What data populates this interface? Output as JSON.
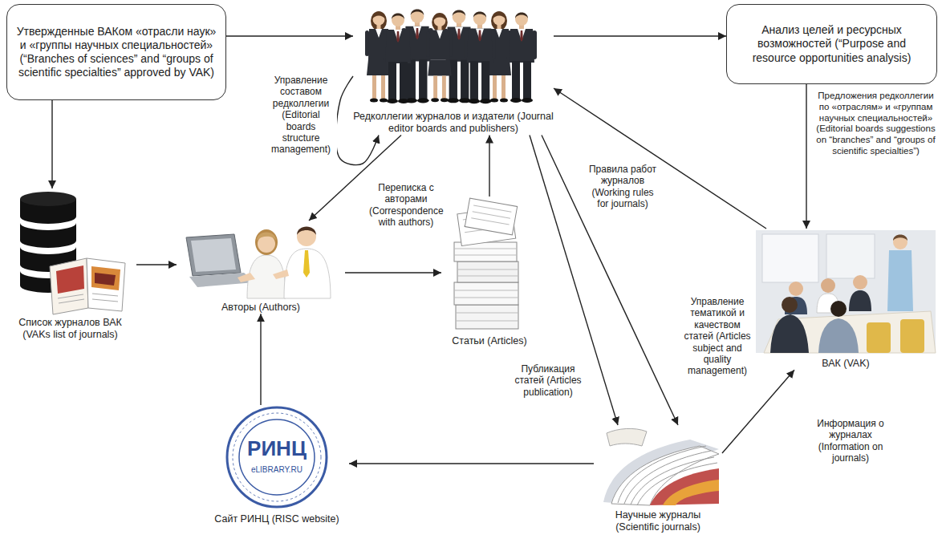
{
  "diagram": {
    "nodes": [
      {
        "text": [
          "Утвержденные ВАКом «отрасли наук» и «группы научных специальностей» (“Branches of sciences” and “groups of scientific specialties” approved by VAK)"
        ]
      },
      {
        "text": [
          "Редколлегии журналов и издатели (Journal editor boards and publishers)"
        ]
      },
      {
        "text": [
          "Анализ целей и ресурсных возможностей (“Purpose and resource opportunities analysis)"
        ]
      },
      {
        "text": [
          "Список журналов ВАК (VAKs list of journals)"
        ]
      },
      {
        "text": [
          "Авторы (Authors)"
        ]
      },
      {
        "text": [
          "Статьи (Articles)"
        ]
      },
      {
        "text": [
          "ВАК (VAK)"
        ]
      },
      {
        "text": [
          "Сайт РИНЦ (RISC website)"
        ]
      },
      {
        "text": [
          "Научные журналы (Scientific journals)"
        ]
      }
    ],
    "edges": [
      {
        "from": 0,
        "to": 1,
        "arrow": "to"
      },
      {
        "from": 0,
        "to": 3,
        "arrow": "to"
      },
      {
        "from": 1,
        "to": 2,
        "arrow": "to"
      },
      {
        "from": 1,
        "to": 1,
        "label": "Управление составом редколлегии (Editorial boards structure management)",
        "arrow": "to"
      },
      {
        "from": 1,
        "to": 4,
        "label": "Переписка с авторами (Correspondence with authors)",
        "arrow": "to"
      },
      {
        "from": 4,
        "to": 5,
        "arrow": "to"
      },
      {
        "from": 5,
        "to": 1,
        "arrow": "to"
      },
      {
        "from": 1,
        "to": 8,
        "label": "Управление тематикой и качеством статей (Articles subject and quality management)",
        "arrow": "to"
      },
      {
        "from": 1,
        "to": 8,
        "label": "Публикация статей (Articles publication)",
        "arrow": "to"
      },
      {
        "from": 2,
        "to": 6,
        "label": "Предложения редколлегии по «отраслям» и «группам научных специальностей» (Editorial boards suggestions on “branches” and “groups of scientific specialties”)",
        "arrow": "to"
      },
      {
        "from": 6,
        "to": 1,
        "label": "Правила работ журналов (Working rules for journals)",
        "arrow": "to"
      },
      {
        "from": 8,
        "to": 6,
        "label": "Информация о журналах (Information on journals)",
        "arrow": "to"
      },
      {
        "from": 8,
        "to": 7,
        "arrow": "to"
      },
      {
        "from": 7,
        "to": 4,
        "arrow": "to"
      },
      {
        "from": 3,
        "to": 4,
        "arrow": "to"
      }
    ],
    "labels": [
      "РИНЦ",
      "eLIBRARY.RU"
    ]
  }
}
